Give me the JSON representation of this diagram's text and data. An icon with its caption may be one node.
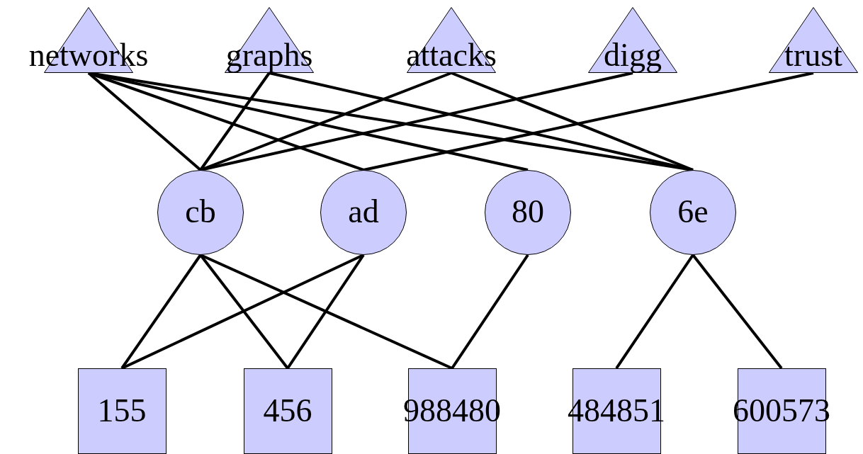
{
  "diagram": {
    "nodes": [
      {
        "text": [
          "networks"
        ]
      },
      {
        "text": [
          "graphs"
        ]
      },
      {
        "text": [
          "attacks"
        ]
      },
      {
        "text": [
          "digg"
        ]
      },
      {
        "text": [
          "trust"
        ]
      },
      {
        "text": [
          "cb"
        ]
      },
      {
        "text": [
          "ad"
        ]
      },
      {
        "text": [
          "80"
        ]
      },
      {
        "text": [
          "6e"
        ]
      },
      {
        "text": [
          "155"
        ]
      },
      {
        "text": [
          "456"
        ]
      },
      {
        "text": [
          "988480"
        ]
      },
      {
        "text": [
          "484851"
        ]
      },
      {
        "text": [
          "600573"
        ]
      }
    ],
    "edges": [
      {
        "from": 0,
        "to": 5,
        "arrow": "none"
      },
      {
        "from": 0,
        "to": 6,
        "arrow": "none"
      },
      {
        "from": 0,
        "to": 7,
        "arrow": "none"
      },
      {
        "from": 0,
        "to": 8,
        "arrow": "none"
      },
      {
        "from": 1,
        "to": 5,
        "arrow": "none"
      },
      {
        "from": 1,
        "to": 8,
        "arrow": "none"
      },
      {
        "from": 2,
        "to": 5,
        "arrow": "none"
      },
      {
        "from": 2,
        "to": 8,
        "arrow": "none"
      },
      {
        "from": 3,
        "to": 5,
        "arrow": "none"
      },
      {
        "from": 4,
        "to": 6,
        "arrow": "none"
      },
      {
        "from": 5,
        "to": 9,
        "arrow": "none"
      },
      {
        "from": 5,
        "to": 10,
        "arrow": "none"
      },
      {
        "from": 5,
        "to": 11,
        "arrow": "none"
      },
      {
        "from": 6,
        "to": 9,
        "arrow": "none"
      },
      {
        "from": 6,
        "to": 10,
        "arrow": "none"
      },
      {
        "from": 7,
        "to": 11,
        "arrow": "none"
      },
      {
        "from": 8,
        "to": 12,
        "arrow": "none"
      },
      {
        "from": 8,
        "to": 13,
        "arrow": "none"
      }
    ]
  }
}
